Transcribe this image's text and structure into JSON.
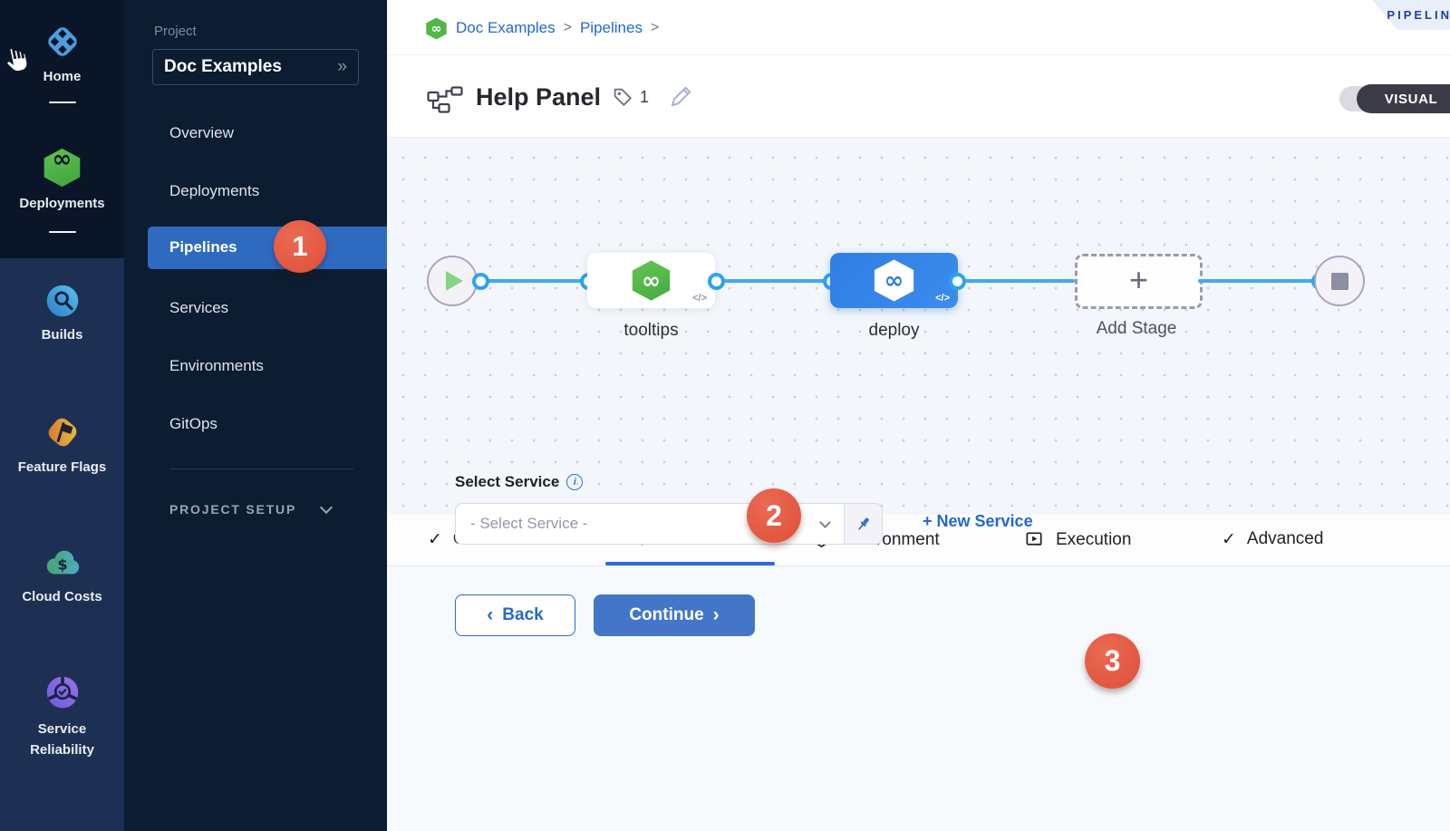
{
  "colors": {
    "rail_dark": "#0a1627",
    "rail_light": "#1d3053",
    "panel_bg": "#0c1c31",
    "active_menu_blue": "#2e6ac0",
    "link_blue": "#2368d1",
    "badge_red": "#df4f39",
    "connector_blue": "#3fa9f5",
    "node_blue": "#2f7ee3",
    "canvas_bg": "#f3f7fb",
    "continue_blue": "#4376c9",
    "harness_green": "#51b748"
  },
  "icons": {
    "infinity": "∞",
    "code": "</>",
    "double_chevron": "»",
    "plus": "+",
    "check": "✓",
    "gear": "⚙",
    "chevron_left": "‹",
    "chevron_right": "›",
    "breadcrumb_separator": ">",
    "info": "i",
    "dollar": "$"
  },
  "left_rail": {
    "items": [
      {
        "label": "Home"
      },
      {
        "label": "Deployments"
      },
      {
        "label": "Builds"
      },
      {
        "label": "Feature Flags"
      },
      {
        "label": "Cloud Costs"
      },
      {
        "label": "Service Reliability"
      }
    ]
  },
  "project_panel": {
    "section_label": "Project",
    "project_name": "Doc Examples",
    "menu": [
      {
        "label": "Overview"
      },
      {
        "label": "Deployments"
      },
      {
        "label": "Pipelines",
        "badge": "1"
      },
      {
        "label": "Services"
      },
      {
        "label": "Environments"
      },
      {
        "label": "GitOps"
      }
    ],
    "setup_label": "PROJECT SETUP"
  },
  "breadcrumb": {
    "items": [
      "Doc Examples",
      "Pipelines"
    ]
  },
  "ribbon": {
    "label": "PIPELIN"
  },
  "header": {
    "title": "Help Panel",
    "tag_count": "1",
    "visual_toggle": "VISUAL"
  },
  "pipeline": {
    "stages": [
      {
        "label": "tooltips"
      },
      {
        "label": "deploy"
      },
      {
        "label": "Add Stage"
      }
    ]
  },
  "tabs": [
    {
      "label": "Overview"
    },
    {
      "label": "Service",
      "badge": "2"
    },
    {
      "label": "Environment"
    },
    {
      "label": "Execution"
    },
    {
      "label": "Advanced"
    }
  ],
  "service_form": {
    "label": "Select Service",
    "placeholder": "- Select Service -",
    "new_service_label": "+ New Service",
    "badge": "3",
    "back_label": "Back",
    "continue_label": "Continue"
  }
}
